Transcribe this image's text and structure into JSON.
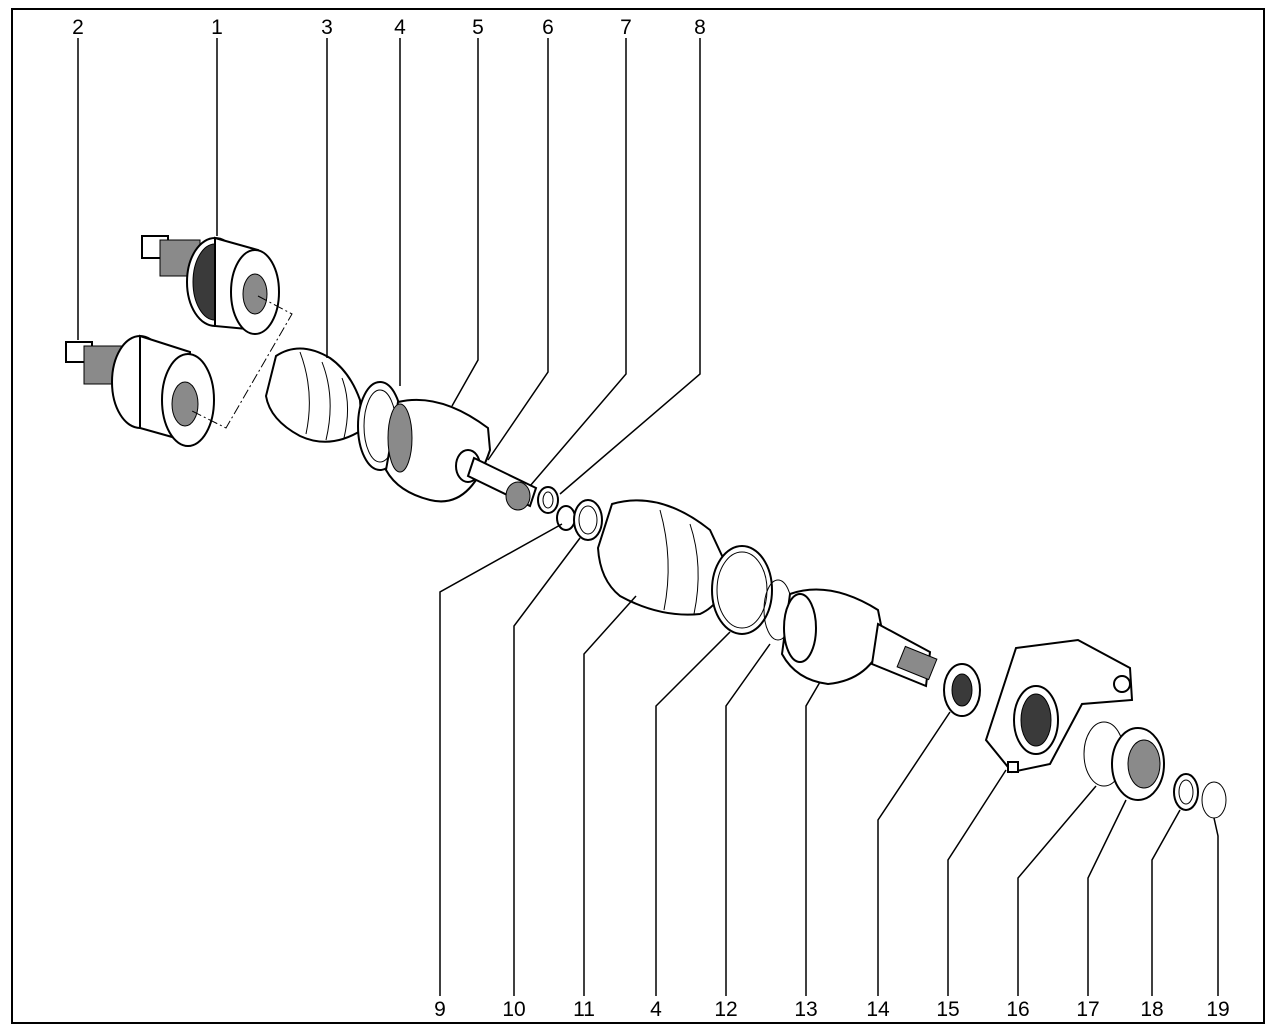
{
  "callouts": {
    "top": [
      "2",
      "1",
      "3",
      "4",
      "5",
      "6",
      "7",
      "8"
    ],
    "bottom": [
      "9",
      "10",
      "11",
      "4",
      "12",
      "13",
      "14",
      "15",
      "16",
      "17",
      "18",
      "19"
    ]
  }
}
